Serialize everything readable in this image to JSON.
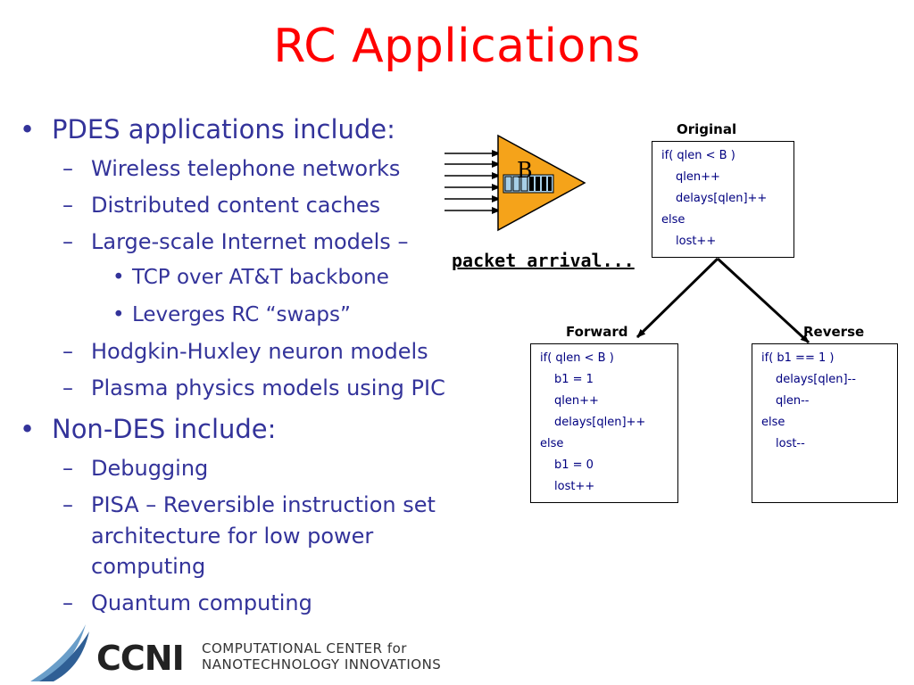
{
  "slide": {
    "title": "RC Applications"
  },
  "bullets": [
    {
      "marker": "•",
      "text": "PDES applications include:"
    },
    {
      "marker": "–",
      "text": "Wireless telephone networks"
    },
    {
      "marker": "–",
      "text": "Distributed content caches"
    },
    {
      "marker": "–",
      "text": "Large-scale Internet models –"
    },
    {
      "marker": "•",
      "text": "TCP over AT&T backbone"
    },
    {
      "marker": "•",
      "text": "Leverges RC “swaps”"
    },
    {
      "marker": "–",
      "text": "Hodgkin-Huxley neuron models"
    },
    {
      "marker": "–",
      "text": "Plasma physics models using PIC"
    },
    {
      "marker": "•",
      "text": "Non-DES include:"
    },
    {
      "marker": "–",
      "text": "Debugging"
    },
    {
      "marker": "–",
      "text": "PISA – Reversible instruction set"
    },
    {
      "marker": "",
      "text": "architecture for low power"
    },
    {
      "marker": "",
      "text": "computing"
    },
    {
      "marker": "–",
      "text": "Quantum computing"
    }
  ],
  "diagram": {
    "queue_label": "B",
    "packet_label": "packet arrival...",
    "original": {
      "label": "Original",
      "lines": [
        "if( qlen < B )",
        "qlen++",
        "delays[qlen]++",
        "else",
        "lost++"
      ]
    },
    "forward": {
      "label": "Forward",
      "lines": [
        "if( qlen < B )",
        "b1 = 1",
        "qlen++",
        "delays[qlen]++",
        "else",
        "b1 = 0",
        "lost++"
      ]
    },
    "reverse": {
      "label": "Reverse",
      "lines": [
        "if( b1 == 1 )",
        "delays[qlen]--",
        "qlen--",
        "else",
        "lost--"
      ]
    },
    "colors": {
      "triangle": "#f5a31a",
      "queue": "#a7cfe8"
    }
  },
  "footer": {
    "logo_text": "CCNI",
    "line1": "COMPUTATIONAL CENTER for",
    "line2": "NANOTECHNOLOGY INNOVATIONS"
  }
}
